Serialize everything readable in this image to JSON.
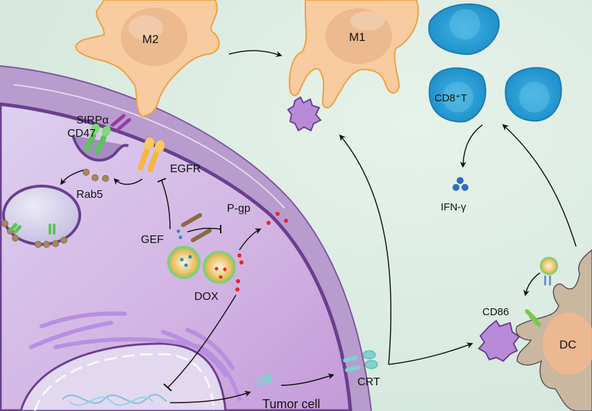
{
  "title": "Tumor cell immunomodulation schematic",
  "labels": {
    "m2": "M2",
    "m1": "M1",
    "sirpa": "SIRPα",
    "cd47": "CD47",
    "egfr": "EGFR",
    "rab5": "Rab5",
    "pgp": "P-gp",
    "gef": "GEF",
    "dox": "DOX",
    "cd8t": "CD8⁺T",
    "ifng": "IFN-γ",
    "cd86": "CD86",
    "dc": "DC",
    "crt": "CRT",
    "tumor_cell": "Tumor cell"
  },
  "colors": {
    "background": "#d9ebe0",
    "tumor_cytoplasm": "#c9a4da",
    "tumor_membrane": "#6a3f8e",
    "macrophage": "#f8cba0",
    "macrophage_outline": "#f0a040",
    "t_cell": "#2f9fd6",
    "dc_body": "#c9b7a0",
    "cd47": "#5cc45a",
    "egfr": "#f5b640",
    "sirpa": "#9a3aa8",
    "crt": "#7fd0d0",
    "dox_dot": "#e6262b",
    "gef_dot": "#2f86c8",
    "rab5": "#a9875e",
    "nanoparticle_shell": "#7ed17a"
  }
}
